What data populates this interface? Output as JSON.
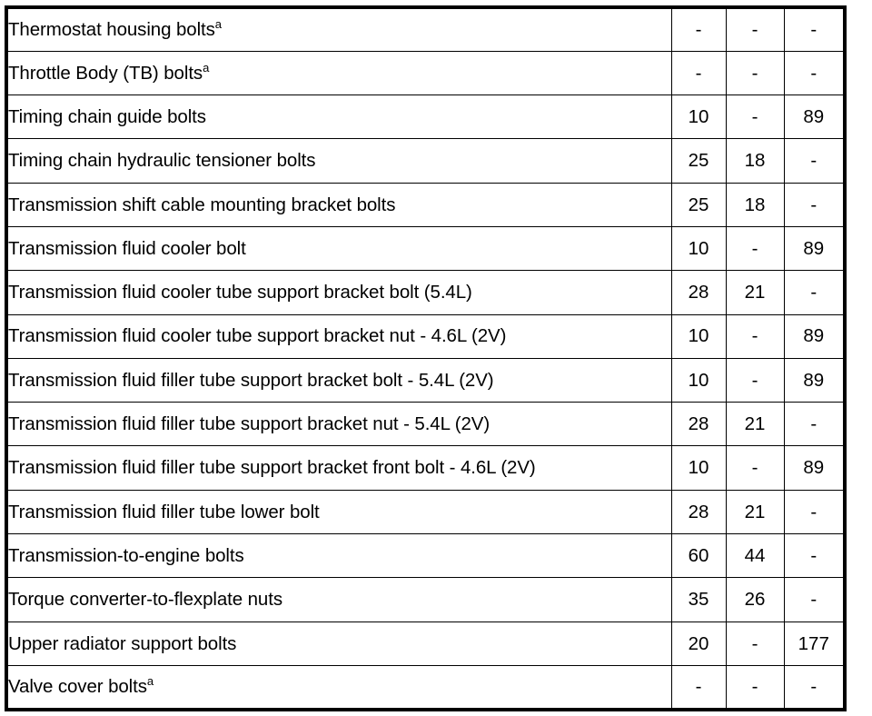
{
  "table": {
    "columns": [
      {
        "key": "description",
        "label": "",
        "align": "left"
      },
      {
        "key": "v1",
        "label": "",
        "align": "center"
      },
      {
        "key": "v2",
        "label": "",
        "align": "center"
      },
      {
        "key": "v3",
        "label": "",
        "align": "center"
      }
    ],
    "footnote_marker": "a",
    "rows": [
      {
        "description": "Thermostat housing bolts",
        "footnote": "a",
        "v1": "-",
        "v2": "-",
        "v3": "-"
      },
      {
        "description": "Throttle Body (TB) bolts",
        "footnote": "a",
        "v1": "-",
        "v2": "-",
        "v3": "-"
      },
      {
        "description": "Timing chain guide bolts",
        "footnote": "",
        "v1": "10",
        "v2": "-",
        "v3": "89"
      },
      {
        "description": "Timing chain hydraulic tensioner bolts",
        "footnote": "",
        "v1": "25",
        "v2": "18",
        "v3": "-"
      },
      {
        "description": "Transmission shift cable mounting bracket bolts",
        "footnote": "",
        "v1": "25",
        "v2": "18",
        "v3": "-"
      },
      {
        "description": "Transmission fluid cooler bolt",
        "footnote": "",
        "v1": "10",
        "v2": "-",
        "v3": "89"
      },
      {
        "description": "Transmission fluid cooler tube support bracket bolt (5.4L)",
        "footnote": "",
        "v1": "28",
        "v2": "21",
        "v3": "-"
      },
      {
        "description": "Transmission fluid cooler tube support bracket nut - 4.6L (2V)",
        "footnote": "",
        "v1": "10",
        "v2": "-",
        "v3": "89"
      },
      {
        "description": "Transmission fluid filler tube support bracket bolt - 5.4L (2V)",
        "footnote": "",
        "v1": "10",
        "v2": "-",
        "v3": "89"
      },
      {
        "description": "Transmission fluid filler tube support bracket nut - 5.4L (2V)",
        "footnote": "",
        "v1": "28",
        "v2": "21",
        "v3": "-"
      },
      {
        "description": "Transmission fluid filler tube support bracket front bolt - 4.6L (2V)",
        "footnote": "",
        "v1": "10",
        "v2": "-",
        "v3": "89"
      },
      {
        "description": "Transmission fluid filler tube lower bolt",
        "footnote": "",
        "v1": "28",
        "v2": "21",
        "v3": "-"
      },
      {
        "description": "Transmission-to-engine bolts",
        "footnote": "",
        "v1": "60",
        "v2": "44",
        "v3": "-"
      },
      {
        "description": "Torque converter-to-flexplate nuts",
        "footnote": "",
        "v1": "35",
        "v2": "26",
        "v3": "-"
      },
      {
        "description": "Upper radiator support bolts",
        "footnote": "",
        "v1": "20",
        "v2": "-",
        "v3": "177"
      },
      {
        "description": "Valve cover bolts",
        "footnote": "a",
        "v1": "-",
        "v2": "-",
        "v3": "-"
      }
    ]
  }
}
